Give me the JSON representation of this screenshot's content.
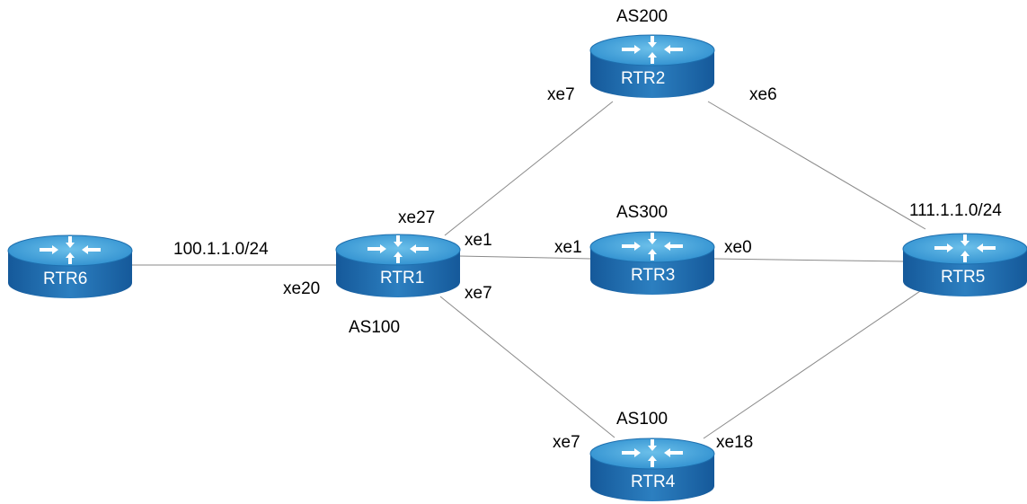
{
  "routers": {
    "rtr1": {
      "name": "RTR1",
      "as": "AS100"
    },
    "rtr2": {
      "name": "RTR2",
      "as": "AS200"
    },
    "rtr3": {
      "name": "RTR3",
      "as": "AS300"
    },
    "rtr4": {
      "name": "RTR4",
      "as": "AS100"
    },
    "rtr5": {
      "name": "RTR5",
      "network": "111.1.1.0/24"
    },
    "rtr6": {
      "name": "RTR6"
    }
  },
  "links": {
    "rtr6_rtr1": {
      "network": "100.1.1.0/24",
      "rtr1_if": "xe20"
    },
    "rtr1_rtr2": {
      "rtr1_if": "xe27",
      "rtr2_if": "xe7"
    },
    "rtr1_rtr3": {
      "rtr1_if": "xe1",
      "rtr3_if": "xe1"
    },
    "rtr1_rtr4": {
      "rtr1_if": "xe7",
      "rtr4_if": "xe7"
    },
    "rtr2_rtr5": {
      "rtr2_if": "xe6"
    },
    "rtr3_rtr5": {
      "rtr3_if": "xe0"
    },
    "rtr4_rtr5": {
      "rtr4_if": "xe18"
    }
  },
  "colors": {
    "router_top": "#3f9fd6",
    "router_side": "#1a67a8",
    "router_arrow": "#ffffff",
    "link": "#8a8a8a"
  },
  "icons": {
    "router": "router-icon"
  }
}
